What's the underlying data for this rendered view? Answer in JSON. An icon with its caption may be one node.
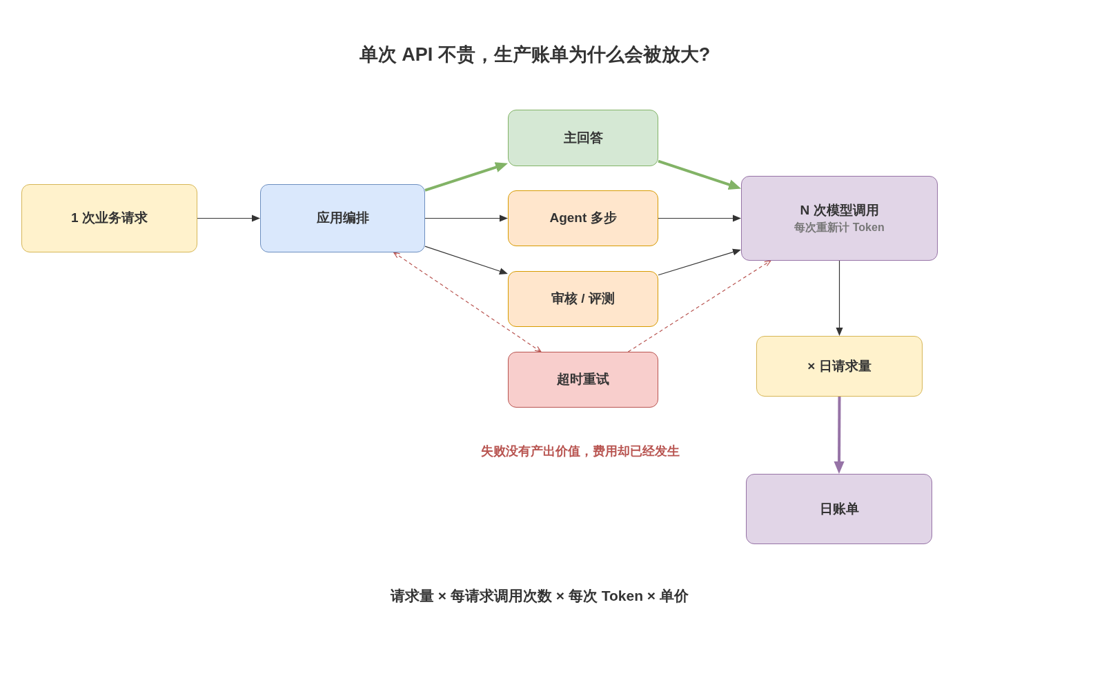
{
  "diagram": {
    "title": "单次 API 不贵，生产账单为什么会被放大?",
    "nodes": [
      {
        "text": [
          "1 次业务请求"
        ]
      },
      {
        "text": [
          "应用编排"
        ]
      },
      {
        "text": [
          "主回答"
        ]
      },
      {
        "text": [
          "Agent 多步"
        ]
      },
      {
        "text": [
          "审核 / 评测"
        ]
      },
      {
        "text": [
          "超时重试"
        ],
        "beside": [
          "失败没有产出价值，费用却已经发生"
        ]
      },
      {
        "text": [
          "N 次模型调用",
          "每次重新计 Token"
        ]
      },
      {
        "text": [
          "× 日请求量"
        ]
      },
      {
        "text": [
          "日账单"
        ]
      }
    ],
    "edges": [
      {
        "from": 0,
        "to": 1,
        "arrow": "to"
      },
      {
        "from": 1,
        "to": 2,
        "arrow": "to",
        "style": "thick",
        "color": "#82b366"
      },
      {
        "from": 1,
        "to": 3,
        "arrow": "to"
      },
      {
        "from": 1,
        "to": 4,
        "arrow": "to"
      },
      {
        "from": 2,
        "to": 6,
        "arrow": "to",
        "style": "thick",
        "color": "#82b366"
      },
      {
        "from": 3,
        "to": 6,
        "arrow": "to"
      },
      {
        "from": 4,
        "to": 6,
        "arrow": "to"
      },
      {
        "from": 1,
        "to": 5,
        "arrow": "both",
        "style": "dashed",
        "color": "#b85450"
      },
      {
        "from": 5,
        "to": 6,
        "arrow": "to",
        "style": "dashed",
        "color": "#b85450"
      },
      {
        "from": 6,
        "to": 7,
        "arrow": "to"
      },
      {
        "from": 7,
        "to": 8,
        "arrow": "to",
        "style": "thick",
        "color": "#9673a6"
      }
    ],
    "labels": [
      "请求量 × 每请求调用次数 × 每次 Token × 单价"
    ]
  }
}
